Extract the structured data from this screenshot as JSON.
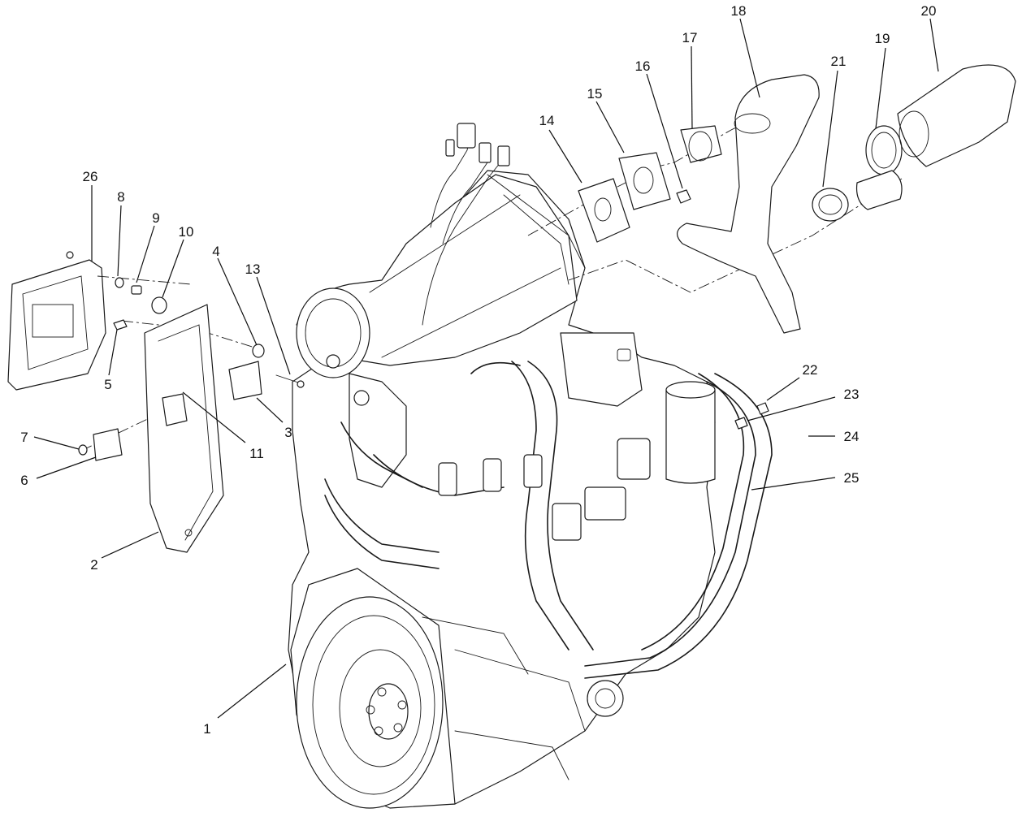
{
  "callouts": [
    {
      "id": "1",
      "text": "1"
    },
    {
      "id": "2",
      "text": "2"
    },
    {
      "id": "3",
      "text": "3"
    },
    {
      "id": "4",
      "text": "4"
    },
    {
      "id": "5",
      "text": "5"
    },
    {
      "id": "6",
      "text": "6"
    },
    {
      "id": "7",
      "text": "7"
    },
    {
      "id": "8",
      "text": "8"
    },
    {
      "id": "9",
      "text": "9"
    },
    {
      "id": "10",
      "text": "10"
    },
    {
      "id": "11",
      "text": "11"
    },
    {
      "id": "13",
      "text": "13"
    },
    {
      "id": "14",
      "text": "14"
    },
    {
      "id": "15",
      "text": "15"
    },
    {
      "id": "16",
      "text": "16"
    },
    {
      "id": "17",
      "text": "17"
    },
    {
      "id": "18",
      "text": "18"
    },
    {
      "id": "19",
      "text": "19"
    },
    {
      "id": "20",
      "text": "20"
    },
    {
      "id": "21",
      "text": "21"
    },
    {
      "id": "22",
      "text": "22"
    },
    {
      "id": "23",
      "text": "23"
    },
    {
      "id": "24",
      "text": "24"
    },
    {
      "id": "25",
      "text": "25"
    },
    {
      "id": "26",
      "text": "26"
    }
  ]
}
